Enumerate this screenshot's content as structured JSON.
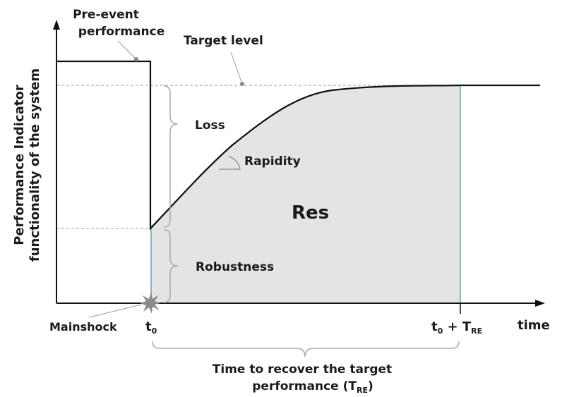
{
  "y_axis_label": {
    "line1": "Performance Indicator",
    "line2": "functionality of the system"
  },
  "x_axis_label": "time",
  "pre_event": {
    "line1": "Pre-event",
    "line2": "performance"
  },
  "target_level": "Target level",
  "loss": "Loss",
  "rapidity": "Rapidity",
  "robustness": "Robustness",
  "res": "Res",
  "mainshock": "Mainshock",
  "t0": {
    "base": "t",
    "sub": "0"
  },
  "t0_tre": {
    "base": "t",
    "sub0": "0",
    "plus": " + T",
    "sub": "RE"
  },
  "recovery_time": {
    "line1": "Time to recover the target",
    "line2_prefix": "performance (T",
    "line2_sub": "RE",
    "line2_suffix": ")"
  },
  "colors": {
    "area_fill": "#e4e4e4",
    "area_edge": "#8fb6c4",
    "dashed": "#999999",
    "brace": "#aaaaaa",
    "burst": "#8a8a8a"
  }
}
